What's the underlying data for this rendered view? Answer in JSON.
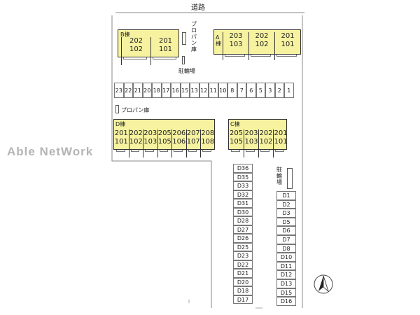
{
  "road_label": "道路",
  "watermark": "Able NetWork",
  "labels": {
    "propane_top": "プロパン庫",
    "bike_top": "駐輪場",
    "propane_mid": "プロパン庫",
    "bike_right": "駐輪場"
  },
  "buildings": {
    "B": {
      "name": "B棟",
      "rooms": [
        [
          "202",
          "102"
        ],
        [
          "201",
          "101"
        ]
      ]
    },
    "A": {
      "name": "A棟",
      "rooms": [
        [
          "203",
          "103"
        ],
        [
          "202",
          "102"
        ],
        [
          "201",
          "101"
        ]
      ]
    },
    "D": {
      "name": "D棟",
      "rooms": [
        [
          "201",
          "101"
        ],
        [
          "202",
          "102"
        ],
        [
          "203",
          "103"
        ],
        [
          "205",
          "105"
        ],
        [
          "206",
          "106"
        ],
        [
          "207",
          "107"
        ],
        [
          "208",
          "108"
        ]
      ]
    },
    "C": {
      "name": "C棟",
      "rooms": [
        [
          "205",
          "105"
        ],
        [
          "203",
          "103"
        ],
        [
          "202",
          "102"
        ],
        [
          "201",
          "101"
        ]
      ]
    }
  },
  "parking_row": [
    "23",
    "22",
    "21",
    "20",
    "18",
    "17",
    "16",
    "15",
    "13",
    "12",
    "11",
    "10",
    "8",
    "7",
    "6",
    "5",
    "3",
    "2",
    "1"
  ],
  "parking_left_col": [
    "D36",
    "D35",
    "D33",
    "D32",
    "D31",
    "D30",
    "D28",
    "D27",
    "D26",
    "D25",
    "D23",
    "D22",
    "D21",
    "D20",
    "D18",
    "D17"
  ],
  "parking_right_col": [
    "D1",
    "D2",
    "D3",
    "D5",
    "D6",
    "D7",
    "D8",
    "D10",
    "D11",
    "D12",
    "D13",
    "D15",
    "D16"
  ],
  "north_icon": "north-arrow-icon",
  "colors": {
    "building_fill": "#f6f2a0",
    "outline": "#333333",
    "watermark": "#b5b5b5"
  }
}
